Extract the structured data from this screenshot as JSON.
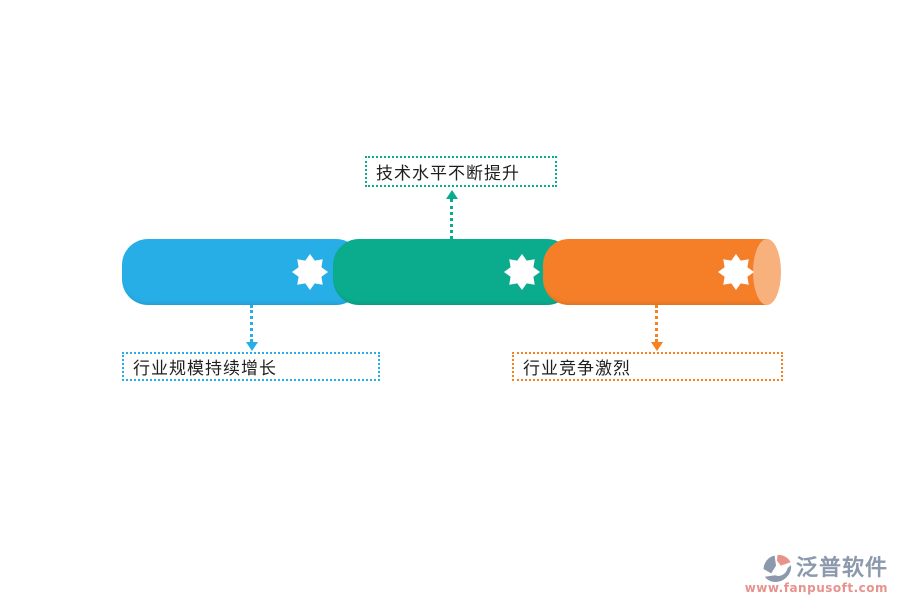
{
  "diagram": {
    "callouts": {
      "top": {
        "label": "技术水平不断提升",
        "color": "#0BAC8E"
      },
      "bottom_left": {
        "label": "行业规模持续增长",
        "color": "#27AEE6"
      },
      "bottom_right": {
        "label": "行业竞争激烈",
        "color": "#F5821F"
      }
    },
    "bar": {
      "segments": [
        {
          "id": "segment-1",
          "color": "#27AEE6"
        },
        {
          "id": "segment-2",
          "color": "#0BAC8E"
        },
        {
          "id": "segment-3",
          "color": "#F57E28"
        }
      ],
      "cap_color": "#F8B07D",
      "star_color": "#FFFFFF"
    }
  },
  "watermark": {
    "brand": "泛普软件",
    "url": "www.fanpusoft.com",
    "brand_color": "#8C99AD",
    "url_color": "#E8928C"
  }
}
